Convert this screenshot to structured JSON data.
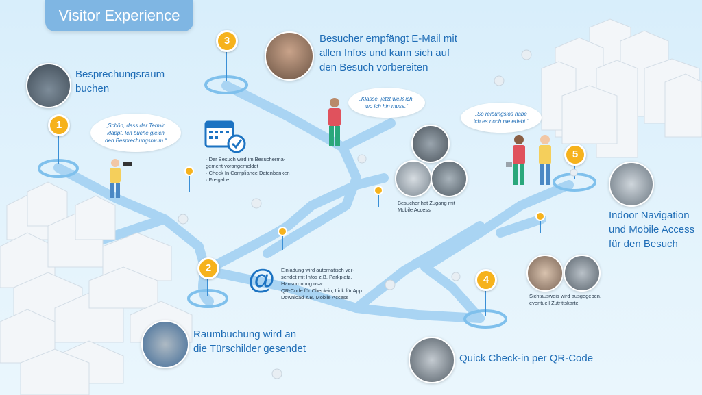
{
  "title": "Visitor Experience",
  "steps": [
    {
      "number": "1",
      "title_line1": "Besprechungsraum",
      "title_line2": "buchen",
      "quote_line1": "„Schön, dass der Termin",
      "quote_line2": "klappt. Ich buche gleich",
      "quote_line3": "den Besprechungsraum.“"
    },
    {
      "number": "2",
      "title_line1": "Raumbuchung wird an",
      "title_line2": "die Türschilder gesendet"
    },
    {
      "number": "3",
      "title_line1": "Besucher empfängt E-Mail mit",
      "title_line2": "allen Infos und kann sich auf",
      "title_line3": "den Besuch vorbereiten",
      "quote_line1": "„Klasse, jetzt weiß ich,",
      "quote_line2": "wo ich hin muss.“"
    },
    {
      "number": "4",
      "title_line1": "Quick Check-in per QR-Code"
    },
    {
      "number": "5",
      "title_line1": "Indoor Navigation",
      "title_line2": "und Mobile Access",
      "title_line3": "für den Besuch",
      "quote_line1": "„So reibungslos habe",
      "quote_line2": "ich es noch nie erlebt.“"
    }
  ],
  "checklist": {
    "items": [
      "· Der Besuch wird im Besucherma-",
      "  gement vorangemeldet",
      "· Check In Compliance Datenbanken",
      "· Freigabe"
    ]
  },
  "email_note": {
    "lines": [
      "Einladung wird automatisch ver-",
      "sendet mit Infos z.B. Parkplatz,",
      "Hausordnung usw.",
      "QR-Code für Check-in, Link für App",
      "Download z.B. Mobile Access"
    ]
  },
  "mobile_access_note": {
    "line1": "Besucher hat Zugang mit",
    "line2": "Mobile Access"
  },
  "badge_note": {
    "line1": "Sichtausweis wird ausgegeben,",
    "line2": "eventuell Zutrittskarte"
  },
  "colors": {
    "accent": "#f6b21c",
    "path": "#9ccdf0",
    "title_tab": "#7fb6e3",
    "text": "#1f6db6"
  }
}
